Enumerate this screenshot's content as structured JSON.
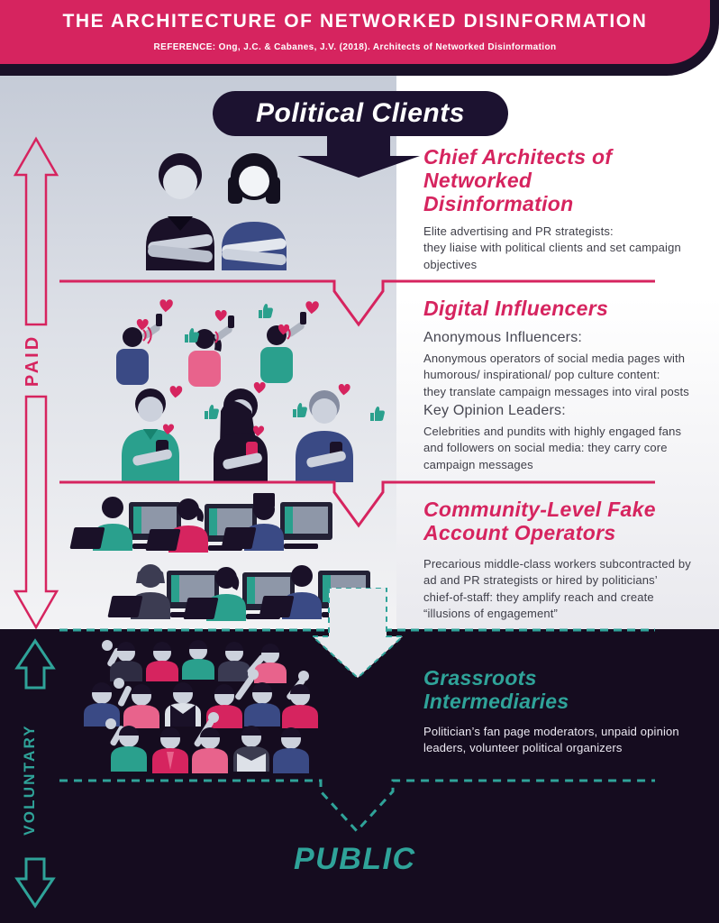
{
  "palette": {
    "banner_pink": "#d6245f",
    "ink_dark": "#1a1128",
    "pill_dark": "#1c1230",
    "dark_zone_bg": "#150c1f",
    "teal_accent": "#2fa399",
    "body_text": "#3e3e48",
    "light_zone_top": "#c5cbd7",
    "light_zone_bottom": "#f3f3f5",
    "skin_gray": "#ccd1dc",
    "blue_shirt": "#3a4a85",
    "pink_shirt": "#e8638c",
    "teal_shirt": "#2aa08d"
  },
  "header": {
    "title": "THE ARCHITECTURE OF NETWORKED DISINFORMATION",
    "reference": "REFERENCE: Ong, J.C. & Cabanes, J.V. (2018). Architects of Networked Disinformation"
  },
  "hierarchy": {
    "source_label": "Political Clients",
    "public_label": "PUBLIC"
  },
  "side_labels": {
    "paid": "PAID",
    "voluntary": "VOLUNTARY"
  },
  "sections": {
    "chief_architects": {
      "title": "Chief Architects of\nNetworked\nDisinformation",
      "body": "Elite advertising and PR strategists:\nthey liaise with political clients and set campaign\nobjectives"
    },
    "digital_influencers": {
      "title": "Digital Influencers",
      "sub1_heading": "Anonymous Influencers:",
      "sub1_body": "Anonymous operators of social media pages with\nhumorous/ inspirational/ pop culture content:\nthey translate campaign messages into viral posts",
      "sub2_heading": "Key Opinion Leaders:",
      "sub2_body": "Celebrities and pundits with highly engaged fans\nand followers on social media: they carry core\ncampaign messages"
    },
    "community_operators": {
      "title": "Community-Level Fake\nAccount Operators",
      "body": "Precarious middle-class workers subcontracted by\nad and PR strategists or hired by politicians’\nchief-of-staff: they amplify reach and create\n“illusions of engagement”"
    },
    "grassroots": {
      "title": "Grassroots\nIntermediaries",
      "body": "Politician’s fan page moderators, unpaid opinion\nleaders, volunteer political organizers"
    }
  },
  "icons": {
    "chief_architects": "people-pair-icon",
    "digital_influencers": "influencers-with-phones-icon",
    "community_operators": "workers-at-computers-icon",
    "grassroots": "crowd-icon",
    "flow_solid": "down-arrow-icon",
    "flow_dashed": "dashed-down-arrow-icon",
    "paid_axis": "double-headed-arrow-icon",
    "voluntary_axis": "up-and-down-arrow-icons",
    "engagement": "heart-and-thumbs-up-icons"
  }
}
